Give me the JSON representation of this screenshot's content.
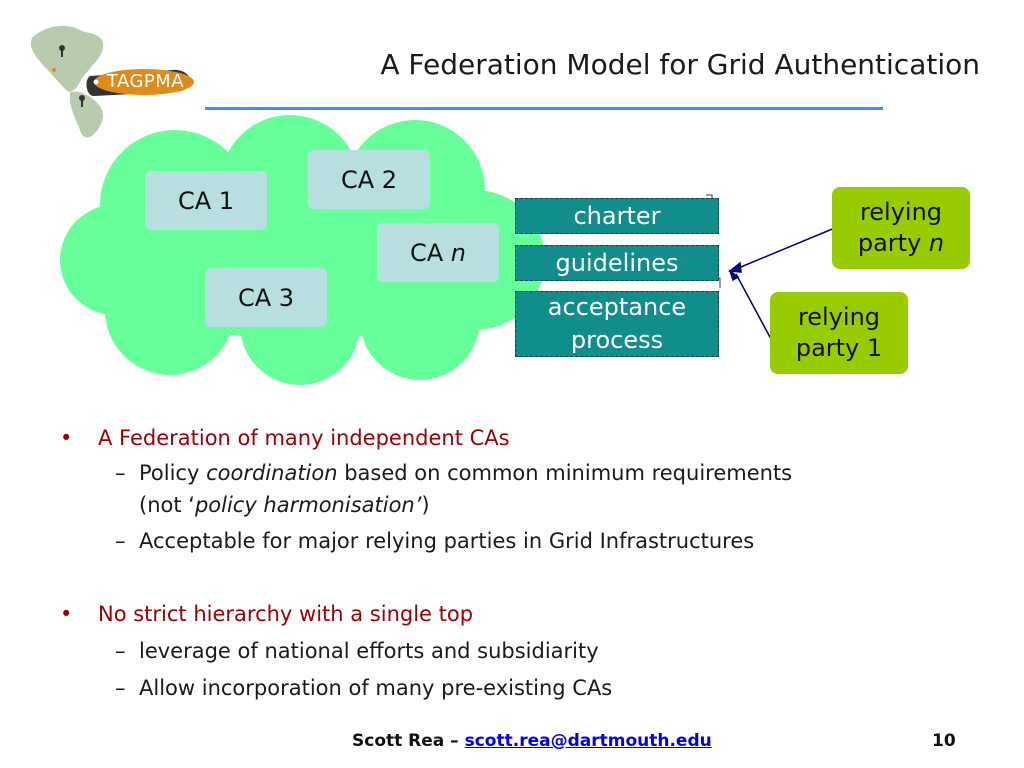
{
  "logo": {
    "text": "TAGPMA",
    "colors": {
      "map": "#b8ccad",
      "badge": "#e08a1a",
      "badge_text": "#ffffff"
    }
  },
  "title": "A Federation Model for Grid Authentication",
  "colors": {
    "accent_rule": "#3f8fe6",
    "cloud": "#66ff99",
    "ca_box": "#b8dfe0",
    "doc_box": "#118e8b",
    "relying_party": "#99cc00",
    "bullet_red": "#990000",
    "arrow": "#000080"
  },
  "diagram": {
    "cas": [
      {
        "label": "CA 1"
      },
      {
        "label": "CA 2"
      },
      {
        "label": "CA ",
        "italic": "n"
      },
      {
        "label": "CA 3"
      }
    ],
    "documents": [
      "charter",
      "guidelines",
      "acceptance\nprocess"
    ],
    "relying_parties": [
      {
        "line1": "relying",
        "line2": "party ",
        "italic": "n"
      },
      {
        "line1": "relying",
        "line2": "party 1",
        "italic": ""
      }
    ]
  },
  "bullets": [
    {
      "text": "A Federation of many independent CAs",
      "subs": [
        {
          "parts": [
            "Policy ",
            "coordination",
            " based on common minimum requirements"
          ],
          "line2": [
            "(not ‘",
            "policy harmonisation’",
            ")"
          ]
        },
        {
          "parts": [
            "Acceptable for major relying parties in Grid Infrastructures"
          ]
        }
      ]
    },
    {
      "text": "No strict hierarchy with a single top",
      "subs": [
        {
          "parts": [
            "leverage of national efforts and subsidiarity"
          ]
        },
        {
          "parts": [
            "Allow incorporation of many pre-existing CAs"
          ]
        }
      ]
    }
  ],
  "footer": {
    "author": "Scott Rea – ",
    "email": "scott.rea@dartmouth.edu",
    "page": "10"
  }
}
